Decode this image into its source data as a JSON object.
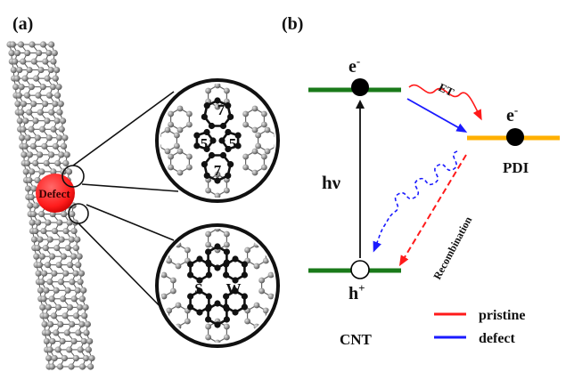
{
  "panel_a": {
    "label": "(a)",
    "defect_text": "Defect",
    "inset_top": {
      "rings": [
        "7",
        "5",
        "5",
        "7"
      ]
    },
    "inset_bottom": {
      "labels": [
        "S",
        "W"
      ]
    }
  },
  "panel_b": {
    "label": "(b)",
    "electron_cnt": "e",
    "electron_pdi": "e",
    "electron_sup": "-",
    "hole": "h",
    "hole_sup": "+",
    "hv": "hν",
    "et": "ET",
    "recombination": "Recombination",
    "pdi": "PDI",
    "cnt": "CNT",
    "legend": [
      {
        "label": "pristine",
        "color": "#ff1a1a"
      },
      {
        "label": "defect",
        "color": "#1a1aff"
      }
    ]
  },
  "colors": {
    "cnt_level": "#1a7a1a",
    "pdi_level": "#ffb000",
    "pristine": "#ff1a1a",
    "defect": "#1a1aff",
    "defect_spot": "#ff2020",
    "atom": "#8a8a8a"
  }
}
